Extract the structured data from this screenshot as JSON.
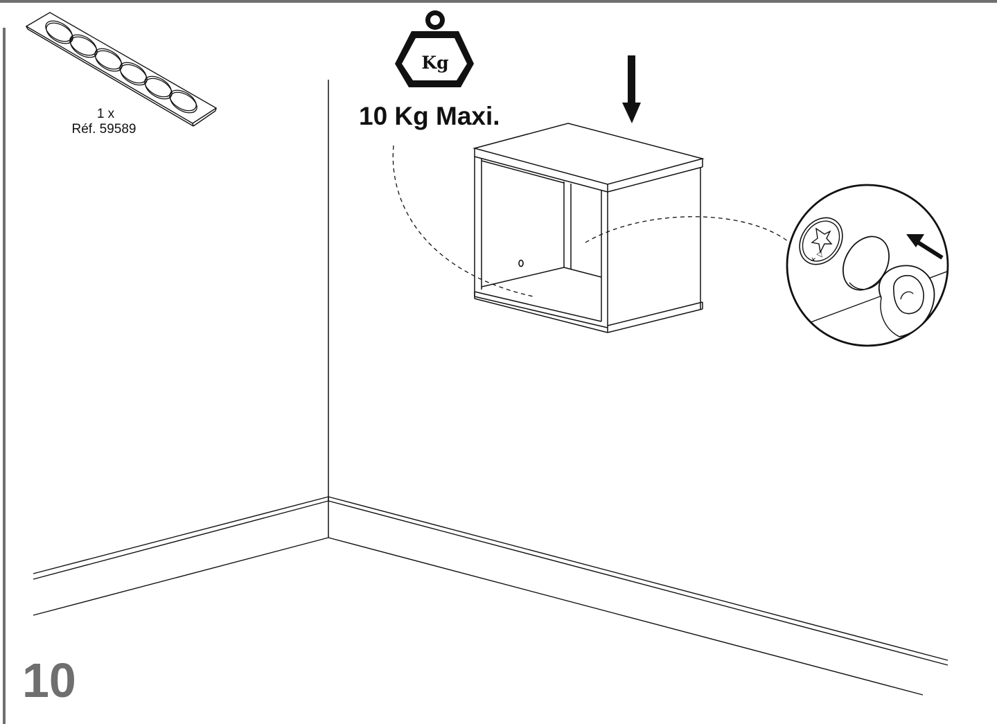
{
  "hardware": {
    "quantity": "1 x",
    "reference": "Réf. 59589",
    "item_icon": "adhesive-cap-strip-icon"
  },
  "load": {
    "weight_icon": "weight-kg-icon",
    "weight_icon_text": "Kg",
    "max_load": "10 Kg Maxi."
  },
  "step": {
    "number": "10"
  },
  "illustration": {
    "cabinet": "wall-cube-shelf",
    "detail_icon": "magnified-screw-cap-icon",
    "press_arrow": "arrow-icon",
    "push_arrow": "down-arrow-icon"
  },
  "colors": {
    "line": "#111111",
    "frame": "#6f6f6f",
    "background": "#ffffff"
  }
}
